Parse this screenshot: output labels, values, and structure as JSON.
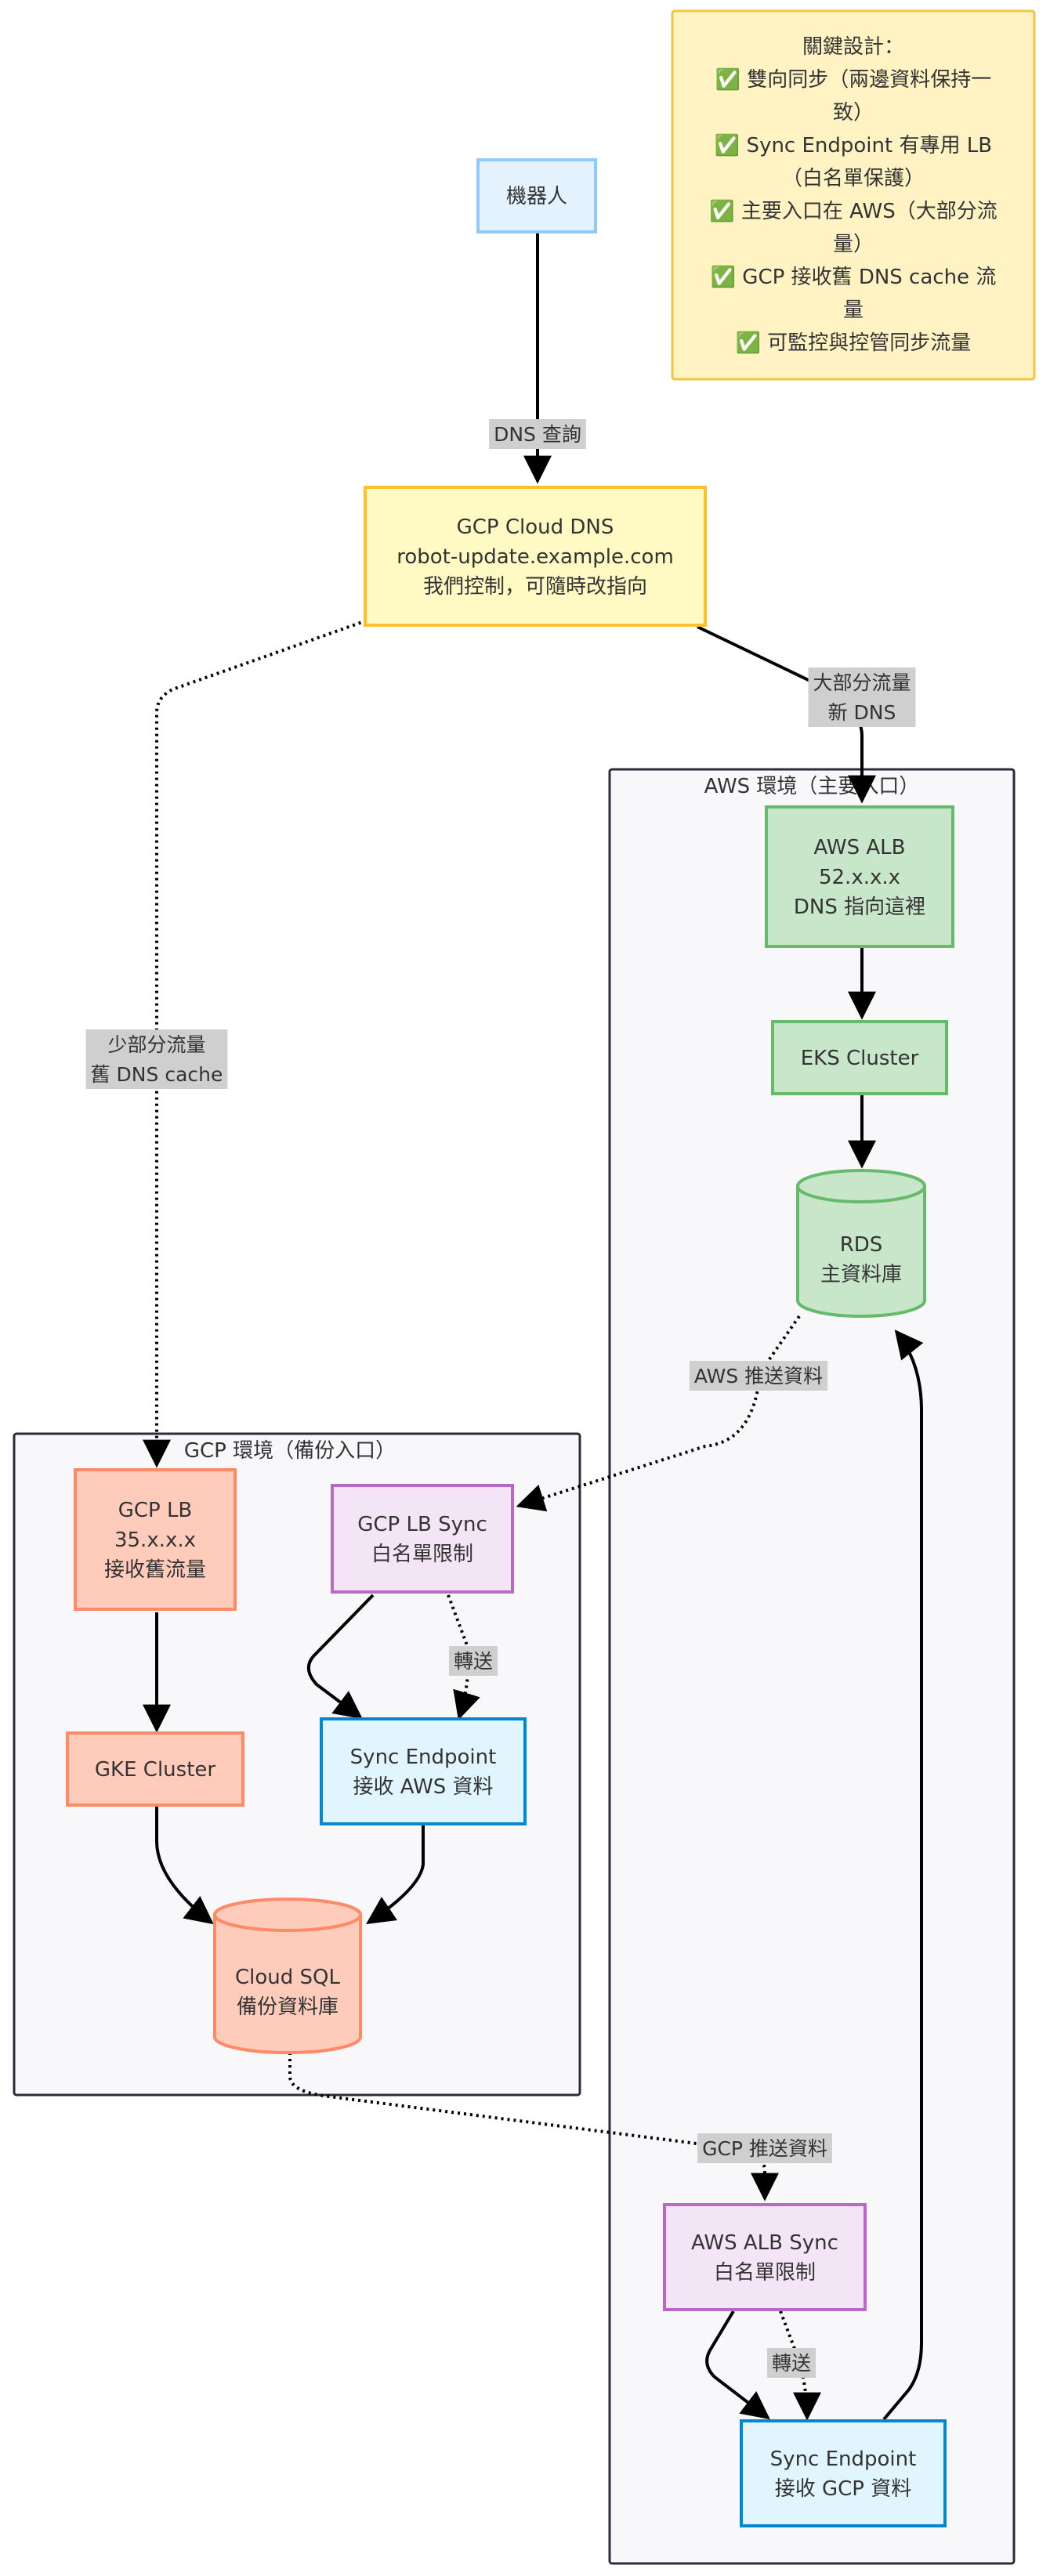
{
  "colors": {
    "robot": {
      "fill": "#e3f2fd",
      "stroke": "#90caf9"
    },
    "dns": {
      "fill": "#fff9c4",
      "stroke": "#fbc02d"
    },
    "aws": {
      "fill": "#c8e6c9",
      "stroke": "#66bb6a"
    },
    "gcp": {
      "fill": "#ffccbc",
      "stroke": "#ff8a65"
    },
    "syncLb": {
      "fill": "#f3e5f5",
      "stroke": "#ba68c8"
    },
    "syncEp": {
      "fill": "#e1f5fe",
      "stroke": "#0288d1"
    },
    "cluster": {
      "fill": "#f8f8fb",
      "stroke": "#2b2b3a"
    },
    "note": {
      "fill": "#fff3c4",
      "stroke": "#f4c542"
    },
    "edgeLabelBg": "#cfcfcf",
    "edge": "#000000"
  },
  "clusters": {
    "aws": {
      "title": "AWS 環境（主要入口）"
    },
    "gcp": {
      "title": "GCP 環境（備份入口）"
    }
  },
  "nodes": {
    "robot": {
      "lines": [
        "機器人"
      ]
    },
    "dns": {
      "lines": [
        "GCP Cloud DNS",
        "robot-update.example.com",
        "我們控制，可隨時改指向"
      ]
    },
    "awsAlb": {
      "lines": [
        "AWS ALB",
        "52.x.x.x",
        "DNS 指向這裡"
      ]
    },
    "eks": {
      "lines": [
        "EKS Cluster"
      ]
    },
    "rds": {
      "lines": [
        "RDS",
        "主資料庫"
      ]
    },
    "gcpLb": {
      "lines": [
        "GCP LB",
        "35.x.x.x",
        "接收舊流量"
      ]
    },
    "gcpLbSync": {
      "lines": [
        "GCP LB Sync",
        "白名單限制"
      ]
    },
    "gke": {
      "lines": [
        "GKE Cluster"
      ]
    },
    "gcpSyncEp": {
      "lines": [
        "Sync Endpoint",
        "接收 AWS 資料"
      ]
    },
    "cloudSql": {
      "lines": [
        "Cloud SQL",
        "備份資料庫"
      ]
    },
    "awsAlbSync": {
      "lines": [
        "AWS ALB Sync",
        "白名單限制"
      ]
    },
    "awsSyncEp": {
      "lines": [
        "Sync Endpoint",
        "接收 GCP 資料"
      ]
    }
  },
  "edge_labels": {
    "dnsQuery": [
      "DNS 查詢"
    ],
    "mostTraffic": [
      "大部分流量",
      "新 DNS"
    ],
    "fewTraffic": [
      "少部分流量",
      "舊 DNS cache"
    ],
    "awsPush": [
      "AWS 推送資料"
    ],
    "forwardGcp": [
      "轉送"
    ],
    "gcpPush": [
      "GCP 推送資料"
    ],
    "forwardAws": [
      "轉送"
    ]
  },
  "note": {
    "lines": [
      "關鍵設計：",
      "✅ 雙向同步（兩邊資料保持一",
      "致）",
      "✅ Sync Endpoint 有專用 LB",
      "（白名單保護）",
      "✅ 主要入口在 AWS（大部分流",
      "量）",
      "✅ GCP 接收舊 DNS cache 流",
      "量",
      "✅ 可監控與控管同步流量"
    ]
  }
}
